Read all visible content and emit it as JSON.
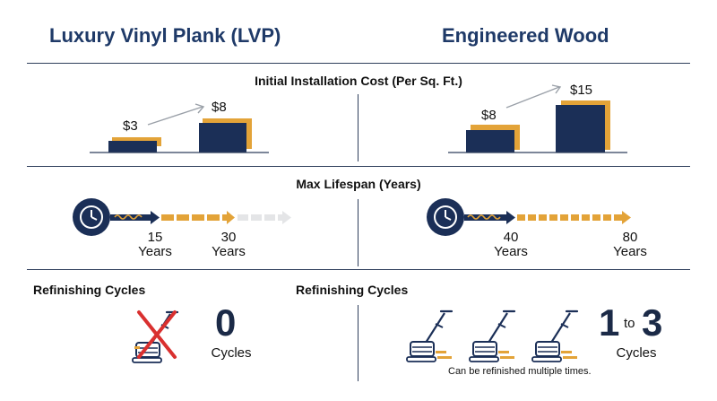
{
  "header": {
    "left_title": "Luxury Vinyl Plank (LVP)",
    "right_title": "Engineered Wood"
  },
  "cost": {
    "title": "Initial Installation Cost (Per Sq. Ft.)",
    "lvp": {
      "low": "$3",
      "high": "$8"
    },
    "wood": {
      "low": "$8",
      "high": "$15"
    }
  },
  "lifespan": {
    "title": "Max Lifespan (Years)",
    "lvp": {
      "a_num": "15",
      "a_unit": "Years",
      "b_num": "30",
      "b_unit": "Years"
    },
    "wood": {
      "a_num": "40",
      "a_unit": "Years",
      "b_num": "80",
      "b_unit": "Years"
    }
  },
  "refinish": {
    "left_title": "Refinishing Cycles",
    "right_title": "Refinishing Cycles",
    "lvp": {
      "value": "0",
      "unit": "Cycles"
    },
    "wood": {
      "low": "1",
      "to": "to",
      "high": "3",
      "unit": "Cycles",
      "note": "Can be refinished multiple times."
    }
  },
  "colors": {
    "navy": "#1b2f57",
    "gold": "#e3a338",
    "line": "#2f3f5c",
    "red": "#d9302f"
  },
  "icons": [
    "clock-icon",
    "floor-sander-icon",
    "cross-icon",
    "trend-arrow-icon"
  ]
}
